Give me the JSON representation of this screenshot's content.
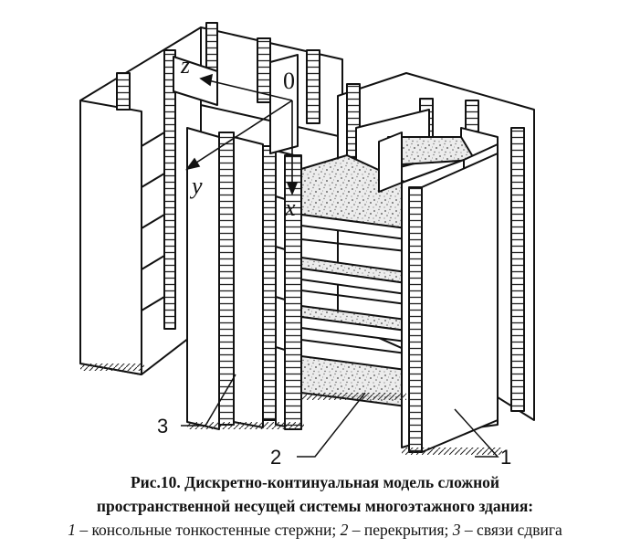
{
  "figure": {
    "axes": {
      "origin": "0",
      "x": "x",
      "y": "y",
      "z": "z"
    },
    "callouts": [
      "1",
      "2",
      "3"
    ]
  },
  "caption": {
    "line1": "Рис.10. Дискретно-континуальная модель сложной",
    "line2": "пространственной несущей системы многоэтажного здания:",
    "legend": [
      {
        "num": "1",
        "text": " – консольные тонкостенные стержни; "
      },
      {
        "num": "2",
        "text": " – перекрытия; "
      },
      {
        "num": "3",
        "text": " – связи сдвига"
      }
    ]
  }
}
